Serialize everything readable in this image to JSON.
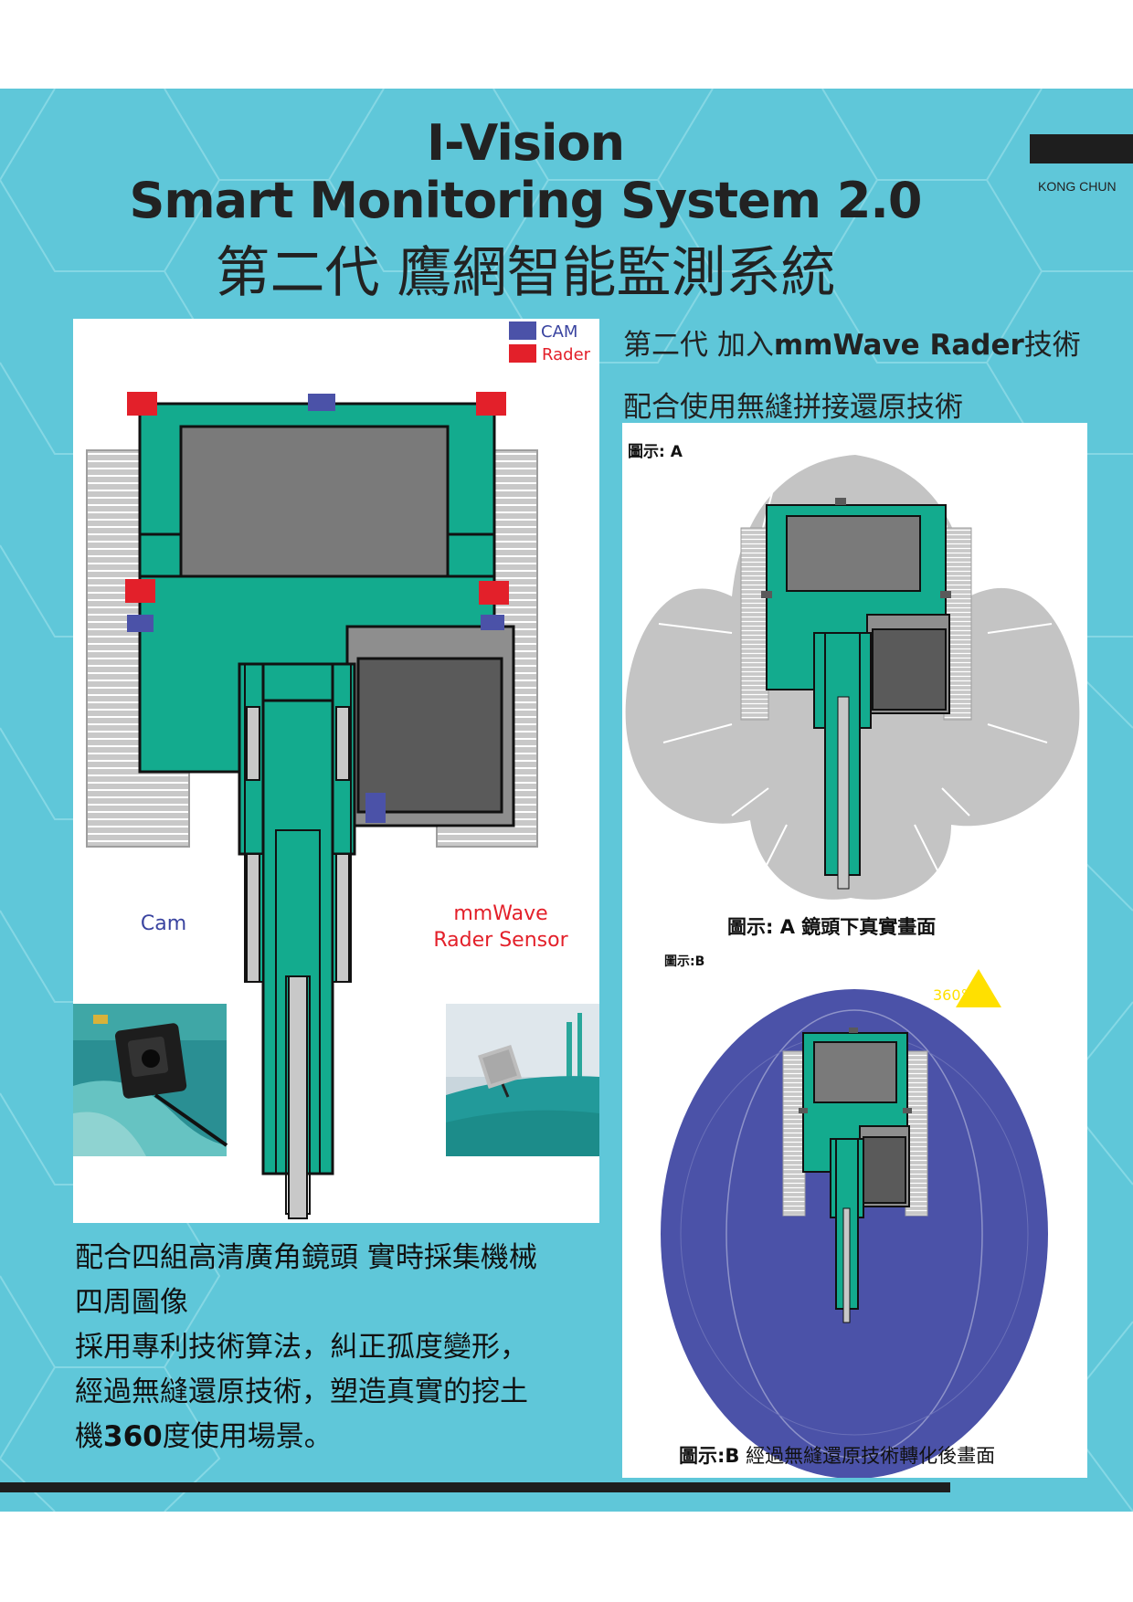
{
  "header": {
    "title_line1": "I-Vision",
    "title_line2": "Smart Monitoring System 2.0",
    "title_line3": "第二代 鷹網智能監測系統",
    "brand": "KONG CHUN"
  },
  "legend": {
    "cam_label": "CAM",
    "radar_label": "Rader",
    "cam_color": "#4b52a8",
    "radar_color": "#e3202a"
  },
  "left_diagram": {
    "cam_caption": "Cam",
    "radar_caption_line1": "mmWave",
    "radar_caption_line2": "Rader Sensor",
    "cam_caption_color": "#3a44a0",
    "radar_caption_color": "#e3202a"
  },
  "right_column": {
    "heading_line1_a": "第二代 加入",
    "heading_line1_b": "mmWave Rader",
    "heading_line1_c": "技術",
    "heading_line2": "配合使用無縫拼接還原技術"
  },
  "figure_a": {
    "label": "圖示: A",
    "caption": "圖示: A 鏡頭下真實畫面"
  },
  "figure_b": {
    "label": "圖示:B",
    "caption_a": "圖示:B",
    "caption_b": " 經過無縫還原技術轉化後畫面",
    "badge": "360°"
  },
  "description": {
    "line1": "配合四組高清廣角鏡頭 實時採集機械",
    "line2": "四周圖像",
    "line3": "採用專利技術算法，糾正孤度變形，",
    "line4": "經過無縫還原技術，塑造真實的挖土",
    "line5_a": "機",
    "line5_b": "360",
    "line5_c": "度使用場景。"
  },
  "colors": {
    "background_band": "#5fc7d9",
    "machine_green": "#13ab8e",
    "cabin_gray": "#7a7a7a",
    "engine_gray": "#5a5a5a",
    "track_gray": "#c8c8c8",
    "view_gray": "#c4c4c4",
    "view_blue": "#4b52a8",
    "badge_yellow": "#ffe000"
  }
}
